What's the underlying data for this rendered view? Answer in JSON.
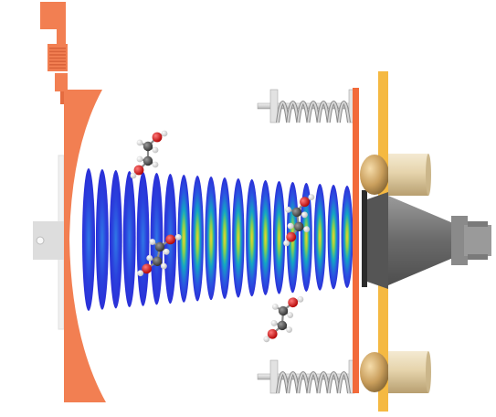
{
  "colors": {
    "mirror": "#f27f52",
    "mirror_dark": "#d9633a",
    "plate_orange": "#f26a3a",
    "plate_yellow": "#f5b942",
    "spring": "#b7b7b7",
    "metal_light": "#e8e8e8",
    "metal_dark": "#6f6f6f",
    "cylinder": "#d8c49a",
    "beam_outer": "#2a30d8",
    "beam_mid": "#13a6c4",
    "beam_core": "#f2d22a",
    "atom_carbon": "#4a4a4a",
    "atom_oxygen": "#d81e1e",
    "atom_hydrogen": "#f4f4f4"
  },
  "icons": {
    "molecules": "ethylene-glycol-molecule-icon",
    "springs": "coil-spring-icon"
  },
  "diagram": {
    "wavefront_count": 20,
    "molecule_count": 4,
    "spring_count": 2
  }
}
